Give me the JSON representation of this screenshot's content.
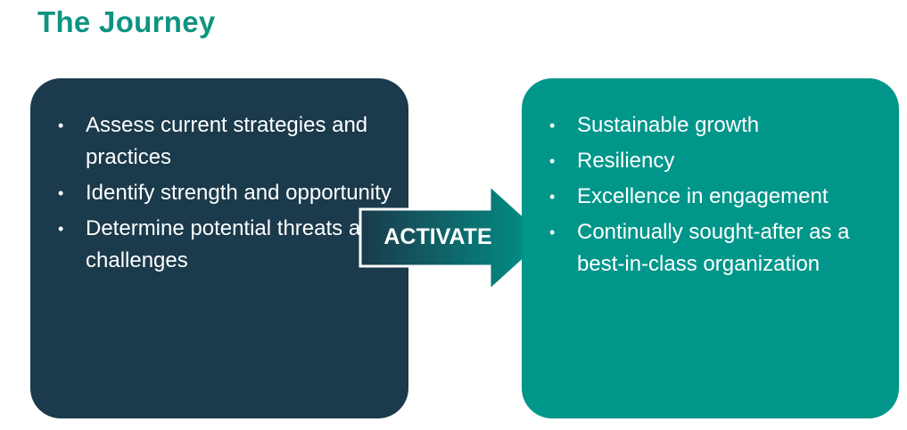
{
  "title": "The Journey",
  "left_box": {
    "color": "#1b3a4b",
    "items": [
      "Assess current strategies and practices",
      "Identify strength and opportunity",
      "Determine potential threats and challenges"
    ]
  },
  "arrow": {
    "label": "ACTIVATE",
    "gradient": [
      "#1b3a4b",
      "#00968a"
    ]
  },
  "right_box": {
    "color": "#00968a",
    "items": [
      "Sustainable growth",
      "Resiliency",
      "Excellence in engagement",
      "Continually sought-after as a best-in-class organization"
    ]
  },
  "bullet_glyph": "•"
}
